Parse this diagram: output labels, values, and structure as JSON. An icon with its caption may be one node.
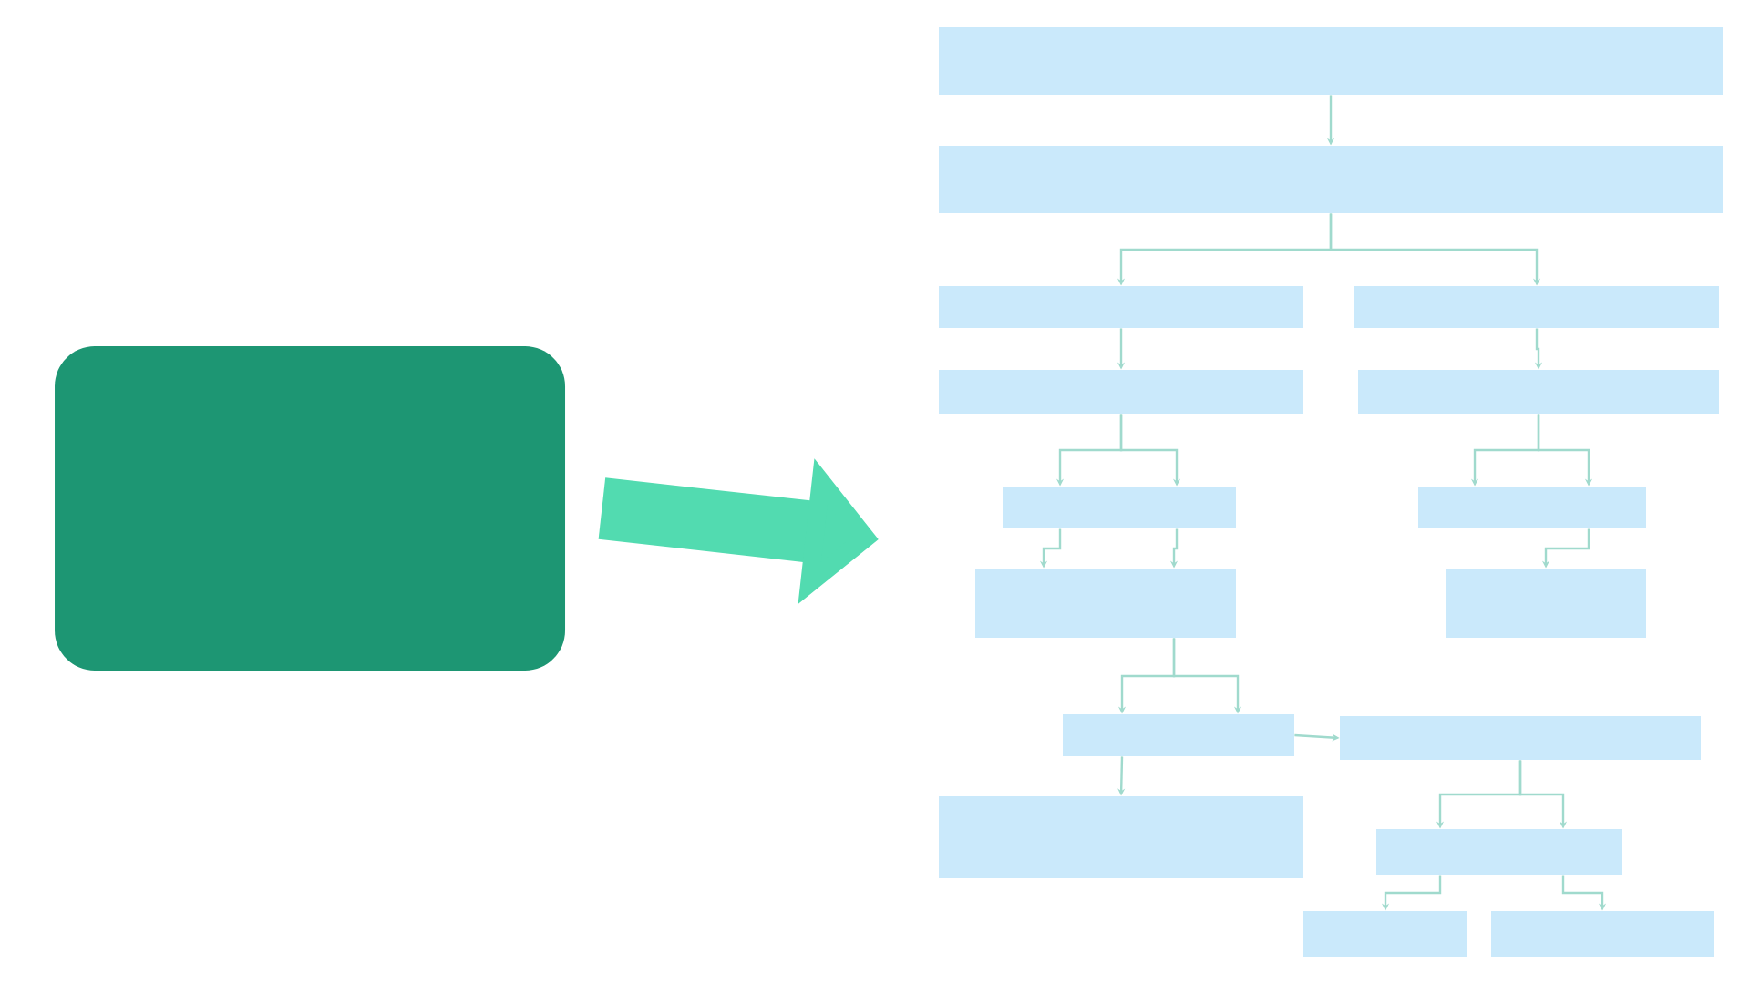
{
  "diagram": {
    "nodes": [
      {
        "text": [],
        "shape": "box"
      },
      {
        "text": [],
        "shape": "box"
      },
      {
        "text": [],
        "shape": "box"
      },
      {
        "text": [],
        "shape": "box"
      },
      {
        "text": [],
        "shape": "box"
      },
      {
        "text": [],
        "shape": "box"
      },
      {
        "text": [],
        "shape": "box"
      },
      {
        "text": [],
        "shape": "box"
      },
      {
        "text": [],
        "shape": "box"
      },
      {
        "text": [],
        "shape": "box"
      },
      {
        "text": [],
        "shape": "box"
      },
      {
        "text": [],
        "shape": "box"
      },
      {
        "text": [],
        "shape": "box"
      },
      {
        "text": [],
        "shape": "box"
      },
      {
        "text": [],
        "shape": "box"
      },
      {
        "text": [],
        "shape": "box"
      },
      {
        "text": [],
        "shape": "box"
      },
      {
        "text": [],
        "shape": "box"
      },
      {
        "text": [],
        "shape": "box"
      },
      {
        "text": [],
        "shape": "box"
      },
      {
        "text": [],
        "shape": "box"
      },
      {
        "text": [],
        "shape": "box"
      }
    ],
    "edges": [
      {
        "from": 0,
        "to": null,
        "arrow": "to",
        "style": "thick",
        "color": "#52dbb0"
      },
      {
        "from": 1,
        "to": 2,
        "arrow": "to"
      },
      {
        "from": 2,
        "to": 3,
        "arrow": "to"
      },
      {
        "from": 2,
        "to": 4,
        "arrow": "to"
      },
      {
        "from": 3,
        "to": 5,
        "arrow": "to"
      },
      {
        "from": 4,
        "to": 6,
        "arrow": "to"
      },
      {
        "from": 5,
        "to": 7,
        "arrow": "to"
      },
      {
        "from": 5,
        "to": 8,
        "arrow": "to"
      },
      {
        "from": 6,
        "to": 9,
        "arrow": "to"
      },
      {
        "from": 6,
        "to": 10,
        "arrow": "to"
      },
      {
        "from": 7,
        "to": 11,
        "arrow": "to"
      },
      {
        "from": 8,
        "to": 12,
        "arrow": "to"
      },
      {
        "from": 10,
        "to": 13,
        "arrow": "to"
      },
      {
        "from": 12,
        "to": 14,
        "arrow": "to"
      },
      {
        "from": 12,
        "to": 15,
        "arrow": "to"
      },
      {
        "from": 15,
        "to": 16,
        "arrow": "to"
      },
      {
        "from": 14,
        "to": 17,
        "arrow": "to"
      },
      {
        "from": 16,
        "to": 18,
        "arrow": "to"
      },
      {
        "from": 16,
        "to": 19,
        "arrow": "to"
      },
      {
        "from": 18,
        "to": 20,
        "arrow": "to"
      },
      {
        "from": 19,
        "to": 21,
        "arrow": "to"
      }
    ]
  }
}
